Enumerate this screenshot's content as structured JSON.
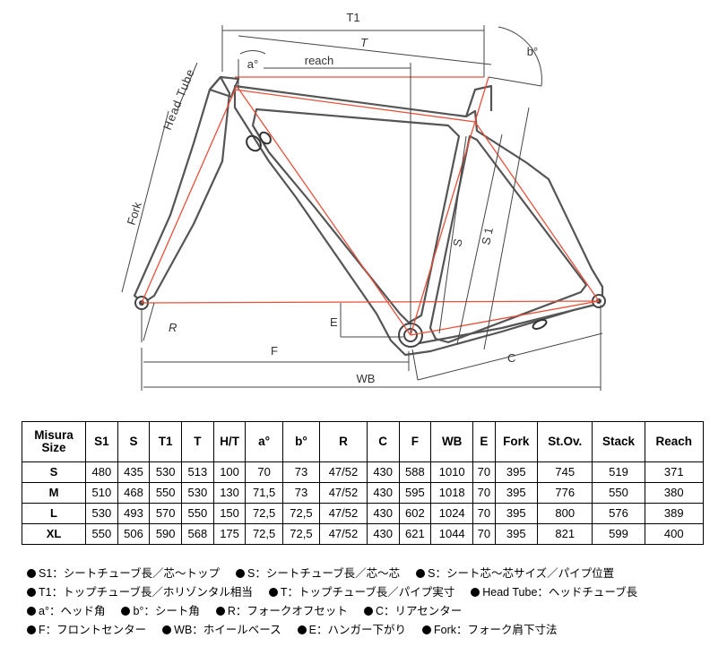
{
  "diagram": {
    "labels": {
      "t1": "T1",
      "t": "T",
      "reach": "reach",
      "a_angle": "a°",
      "b_angle": "b°",
      "head_tube": "Head Tube",
      "fork": "Fork",
      "s": "S",
      "s1": "S 1",
      "r": "R",
      "e": "E",
      "f": "F",
      "c": "C",
      "wb": "WB"
    },
    "colors": {
      "frame_outline": "#555555",
      "geometry_lines": "#e8503a",
      "dimension_lines": "#444444"
    }
  },
  "table": {
    "headers": [
      "Misura Size",
      "S1",
      "S",
      "T1",
      "T",
      "H/T",
      "a°",
      "b°",
      "R",
      "C",
      "F",
      "WB",
      "E",
      "Fork",
      "St.Ov.",
      "Stack",
      "Reach"
    ],
    "header_lines": [
      [
        "Misura",
        "Size"
      ]
    ],
    "rows": [
      [
        "S",
        "480",
        "435",
        "530",
        "513",
        "100",
        "70",
        "73",
        "47/52",
        "430",
        "588",
        "1010",
        "70",
        "395",
        "745",
        "519",
        "371"
      ],
      [
        "M",
        "510",
        "468",
        "550",
        "530",
        "130",
        "71,5",
        "73",
        "47/52",
        "430",
        "595",
        "1018",
        "70",
        "395",
        "776",
        "550",
        "380"
      ],
      [
        "L",
        "530",
        "493",
        "570",
        "550",
        "150",
        "72,5",
        "72,5",
        "47/52",
        "430",
        "602",
        "1024",
        "70",
        "395",
        "800",
        "576",
        "389"
      ],
      [
        "XL",
        "550",
        "506",
        "590",
        "568",
        "175",
        "72,5",
        "72,5",
        "47/52",
        "430",
        "621",
        "1044",
        "70",
        "395",
        "821",
        "599",
        "400"
      ]
    ]
  },
  "legend": [
    [
      "S1：シートチューブ長／芯〜トップ",
      "S：シートチューブ長／芯〜芯",
      "S：シート芯〜芯サイズ／パイプ位置"
    ],
    [
      "T1：トップチューブ長／ホリゾンタル相当",
      "T：トップチューブ長／パイプ実寸",
      "Head Tube：ヘッドチューブ長"
    ],
    [
      "a°：ヘッド角",
      "b°：シート角",
      "R：フォークオフセット",
      "C：リアセンター"
    ],
    [
      "F：フロントセンター",
      "WB：ホイールベース",
      "E：ハンガー下がり",
      "Fork：フォーク肩下寸法"
    ]
  ]
}
